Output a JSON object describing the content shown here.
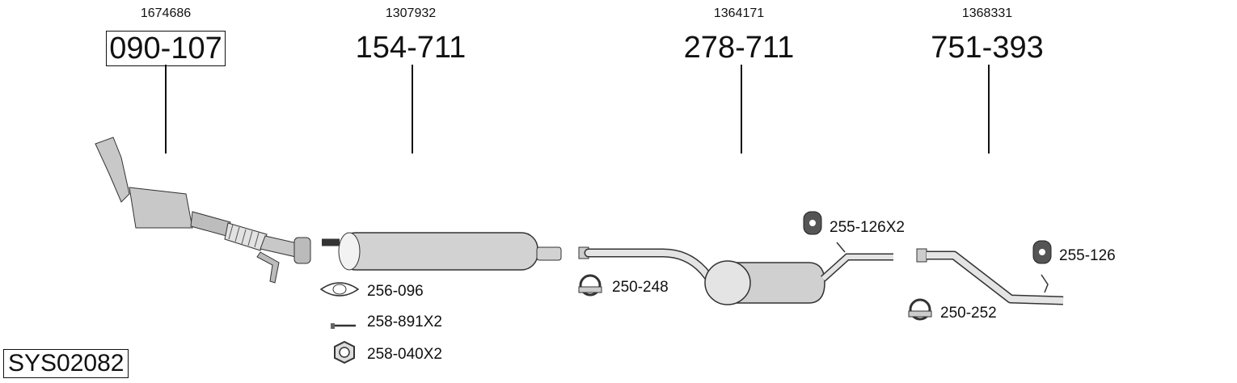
{
  "diagram_code": "SYS02082",
  "parts": [
    {
      "ref": "1674686",
      "code": "090-107",
      "boxed": true
    },
    {
      "ref": "1307932",
      "code": "154-711",
      "boxed": false
    },
    {
      "ref": "1364171",
      "code": "278-711",
      "boxed": false
    },
    {
      "ref": "1368331",
      "code": "751-393",
      "boxed": false
    }
  ],
  "accessories": [
    {
      "code": "256-096",
      "icon": "gasket-icon"
    },
    {
      "code": "258-891X2",
      "icon": "bolt-icon"
    },
    {
      "code": "258-040X2",
      "icon": "nut-icon"
    },
    {
      "code": "250-248",
      "icon": "clamp-icon"
    },
    {
      "code": "255-126X2",
      "icon": "rubber-hanger-icon"
    },
    {
      "code": "250-252",
      "icon": "clamp-icon"
    },
    {
      "code": "255-126",
      "icon": "rubber-hanger-icon"
    }
  ]
}
